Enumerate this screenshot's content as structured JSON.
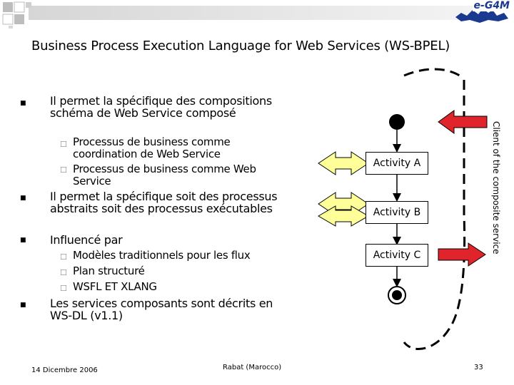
{
  "slide": {
    "title": "Business Process Execution Language for Web Services (WS-BPEL)",
    "logo_text": "e-G4M",
    "bullets": [
      {
        "text": "Il permet la spécifique des compositions schéma de Web Service composé"
      },
      {
        "text": "Processus de business comme coordination de Web Service"
      },
      {
        "text": "Processus de business comme Web Service"
      },
      {
        "text": "Il permet la spécifique soit des processus abstraits soit des processus exécutables"
      },
      {
        "text": "Influencé par"
      },
      {
        "text": "Modèles traditionnels pour les flux"
      },
      {
        "text": "Plan structuré"
      },
      {
        "text": "WSFL ET XLANG"
      },
      {
        "text": "Les services composants sont décrits en WS-DL (v1.1)"
      }
    ],
    "bullet_icon": "square-bullet-icon",
    "sub_bullet_icon": "hollow-square-bullet-icon"
  },
  "diagram": {
    "activities": [
      "Activity A",
      "Activity B",
      "Activity C"
    ],
    "side_label": "Client of the composite service",
    "colors": {
      "left_arrows": "#ffff99",
      "right_arrows": "#e0242b",
      "header_squares": "#b4b4b4",
      "logo": "#1a3a8f"
    }
  },
  "footer": {
    "date": "14 Dicembre 2006",
    "location": "Rabat (Marocco)",
    "page": "33"
  }
}
